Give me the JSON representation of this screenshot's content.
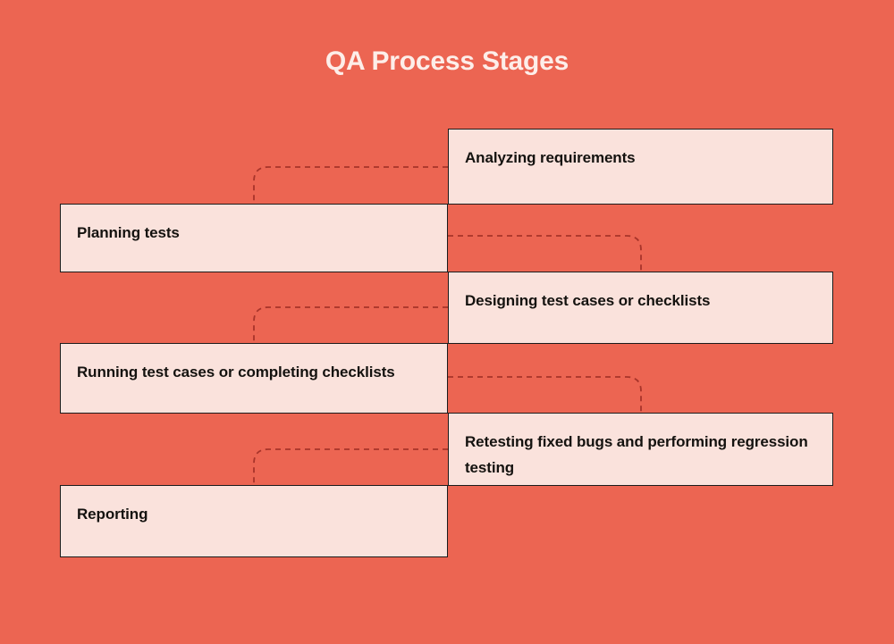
{
  "title": "QA Process Stages",
  "colors": {
    "background": "#ec6552",
    "box_fill": "#fae2dc",
    "box_border": "#1b1b1b",
    "title_text": "#fdeee9",
    "box_text": "#14120f",
    "connector": "#a8342a"
  },
  "diagram": {
    "type": "zigzag-process-flow",
    "direction": "top-to-bottom, alternating right and left",
    "stage_count": 6,
    "stages": [
      {
        "order": 1,
        "label": "Analyzing requirements",
        "side": "right"
      },
      {
        "order": 2,
        "label": "Planning tests",
        "side": "left"
      },
      {
        "order": 3,
        "label": "Designing test cases or checklists",
        "side": "right"
      },
      {
        "order": 4,
        "label": "Running test cases or completing checklists",
        "side": "left"
      },
      {
        "order": 5,
        "label": "Retesting fixed bugs and performing regression testing",
        "side": "right"
      },
      {
        "order": 6,
        "label": "Reporting",
        "side": "left"
      }
    ],
    "connectors": [
      {
        "from": 1,
        "to": 2,
        "style": "dashed",
        "direction": "right-to-left"
      },
      {
        "from": 2,
        "to": 3,
        "style": "dashed",
        "direction": "left-to-right"
      },
      {
        "from": 3,
        "to": 4,
        "style": "dashed",
        "direction": "right-to-left"
      },
      {
        "from": 4,
        "to": 5,
        "style": "dashed",
        "direction": "left-to-right"
      },
      {
        "from": 5,
        "to": 6,
        "style": "dashed",
        "direction": "right-to-left"
      }
    ]
  }
}
